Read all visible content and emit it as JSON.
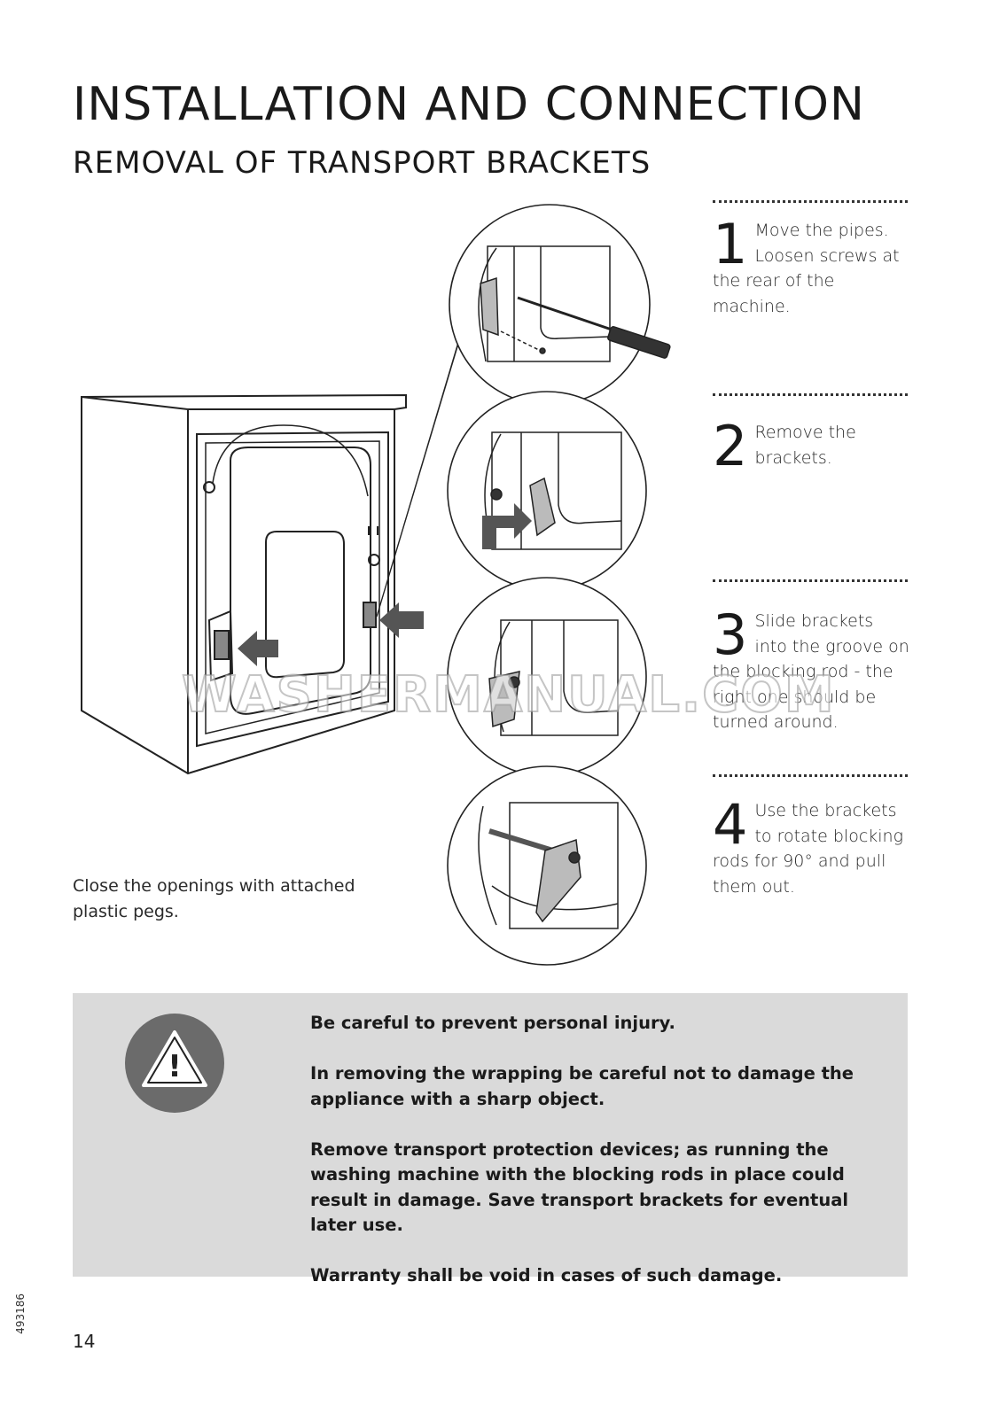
{
  "header": {
    "title": "INSTALLATION AND CONNECTION",
    "subtitle": "REMOVAL OF TRANSPORT BRACKETS"
  },
  "steps": [
    {
      "number": "1",
      "text": "Move the pipes. Loosen screws at the rear of the machine."
    },
    {
      "number": "2",
      "text": "Remove the brackets."
    },
    {
      "number": "3",
      "text": "Slide brackets into the groove on the blocking rod - the right one should be turned around."
    },
    {
      "number": "4",
      "text": "Use the brackets to rotate blocking rods for 90° and pull them out."
    }
  ],
  "side_note": "Close the openings with attached plastic pegs.",
  "warning": {
    "icon": "warning-triangle-icon",
    "icon_glyph": "!",
    "paragraphs": [
      "Be careful to prevent personal injury.",
      "In removing the wrapping be careful not to damage the appliance with a sharp object.",
      "Remove transport protection devices; as running the washing machine with the blocking rods in place could result in damage. Save transport brackets for eventual later use.",
      "Warranty shall be void in cases of such damage."
    ]
  },
  "footer": {
    "page_number": "14",
    "doc_code": "493186"
  },
  "watermark": "WASHERMANUAL.COM",
  "colors": {
    "warning_box": "#dadada",
    "warning_circle": "#6b6b6b",
    "arrow": "#555555"
  }
}
